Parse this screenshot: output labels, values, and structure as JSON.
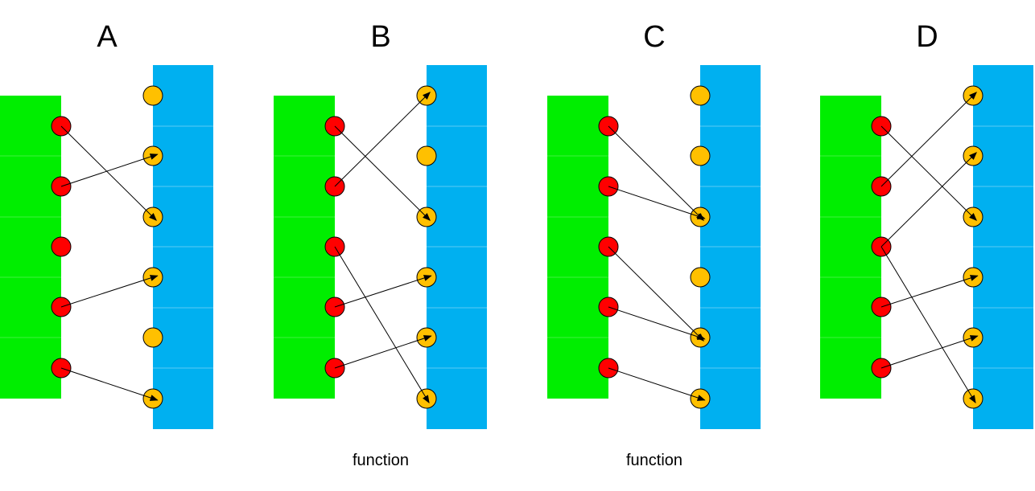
{
  "colors": {
    "domain": "#00ee00",
    "codomain": "#00b0f0",
    "domain_dot": "#ff0000",
    "codomain_dot": "#ffc000",
    "arrow": "#000000"
  },
  "panels": [
    {
      "label": "A",
      "caption": "",
      "arrows": [
        [
          0,
          2
        ],
        [
          1,
          1
        ],
        [
          3,
          3
        ],
        [
          4,
          5
        ]
      ]
    },
    {
      "label": "B",
      "caption": "function",
      "arrows": [
        [
          0,
          2
        ],
        [
          1,
          0
        ],
        [
          2,
          5
        ],
        [
          3,
          3
        ],
        [
          4,
          4
        ]
      ]
    },
    {
      "label": "C",
      "caption": "function",
      "arrows": [
        [
          0,
          2
        ],
        [
          1,
          2
        ],
        [
          2,
          4
        ],
        [
          3,
          4
        ],
        [
          4,
          5
        ]
      ]
    },
    {
      "label": "D",
      "caption": "",
      "arrows": [
        [
          0,
          2
        ],
        [
          1,
          0
        ],
        [
          2,
          1
        ],
        [
          2,
          5
        ],
        [
          3,
          3
        ],
        [
          4,
          4
        ]
      ]
    }
  ]
}
